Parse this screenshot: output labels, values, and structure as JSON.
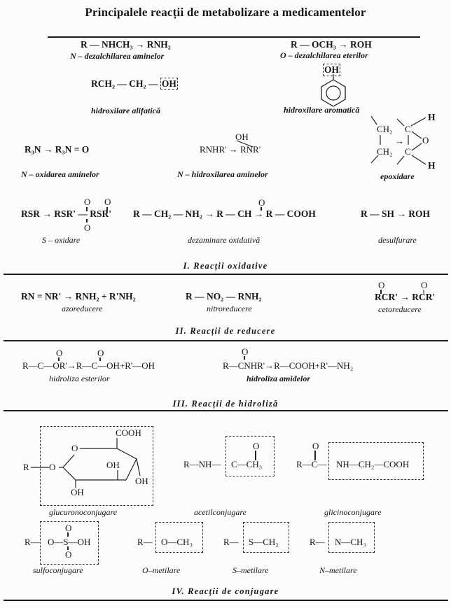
{
  "title": "Principalele reacții de metabolizare a medicamentelor",
  "oxidative": {
    "heading": "I. Reacții oxidative",
    "n_dealk": {
      "formula": "R — NHCH₃ → RNH₂",
      "label": "N – dezalchilarea aminelor"
    },
    "o_dealk": {
      "formula": "R — OCH₃ → ROH",
      "label": "O – dezalchilarea eterilor"
    },
    "aliph": {
      "formula": "RCH₂ — CH₂ —",
      "boxed": "OH",
      "label": "hidroxilare alifatică"
    },
    "arom": {
      "boxed": "OH",
      "label": "hidroxilare aromatică"
    },
    "n_ox": {
      "formula": "R₃N → R₃N = O",
      "label": "N – oxidarea aminelor"
    },
    "n_hydrox": {
      "formula": "RNHR' → RNR'",
      "oh": "OH",
      "label": "N – hidroxilarea aminelor"
    },
    "epox": {
      "ch2_top": "CH₂",
      "ch2_bottom": "CH₂",
      "arrow": "→",
      "c_top": "C",
      "c_bottom": "C",
      "o": "O",
      "h_top": "H",
      "h_bottom": "H",
      "label": "epoxidare"
    },
    "s_ox": {
      "formula": "RSR → RSR' — RSR'",
      "o": "O",
      "label": "S – oxidare"
    },
    "deamin": {
      "formula": "R — CH₂ — NH₂ → R — CH → R — COOH",
      "o": "O",
      "label": "dezaminare oxidativă"
    },
    "desulf": {
      "formula": "R — SH → ROH",
      "label": "desulfurare"
    }
  },
  "reduction": {
    "heading": "II. Reacții de reducere",
    "azo": {
      "formula": "RN = NR' → RNH₂ + R'NH₂",
      "label": "azoreducere"
    },
    "nitro": {
      "formula": "R — NO₂ — RNH₂",
      "label": "nitroreducere"
    },
    "ceto": {
      "formula": "RCR' → RCR'",
      "o": "O",
      "label": "cetoreducere"
    }
  },
  "hydrolysis": {
    "heading": "III. Reacții de hidroliză",
    "esters": {
      "formula": "R—C—OR'→R—C—OH+R'—OH",
      "o": "O",
      "label": "hidroliza esterilor"
    },
    "amides": {
      "formula": "R—CNHR'→R—COOH+R'—NH₂",
      "o": "O",
      "label": "hidroliza amidelor"
    }
  },
  "conjugation": {
    "heading": "IV. Reacții de conjugare",
    "glucuro": {
      "r": "R",
      "o": "O",
      "ring_o": "O",
      "cooh": "COOH",
      "oh1": "OH",
      "oh2": "OH",
      "oh3": "OH",
      "label": "glucuronoconjugare"
    },
    "acetyl": {
      "left": "R—NH—",
      "boxed": "C—CH₃",
      "o": "O",
      "label": "acetilconjugare"
    },
    "glycine": {
      "left": "R—C—",
      "boxed": "NH—CH₂—COOH",
      "o": "O",
      "label": "glicinoconjugare"
    },
    "sulfo": {
      "left": "R—",
      "boxed": "O—S—OH",
      "o": "O",
      "label": "sulfoconjugare"
    },
    "o_methyl": {
      "left": "R—",
      "boxed": "O—CH₃",
      "label": "O–metilare"
    },
    "s_methyl": {
      "left": "R—",
      "boxed": "S—CH₂",
      "label": "S–metilare"
    },
    "n_methyl": {
      "left": "R—",
      "boxed": "N—CH₃",
      "label": "N–metilare"
    }
  }
}
